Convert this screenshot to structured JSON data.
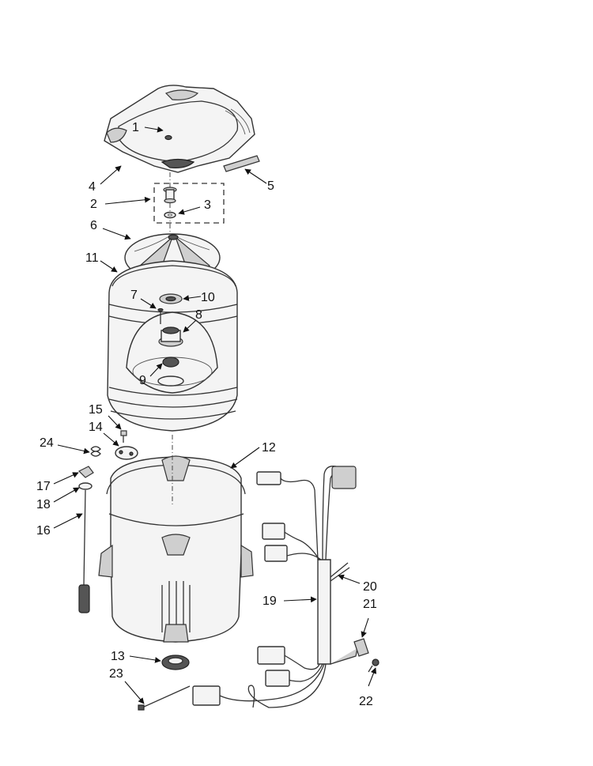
{
  "callouts": {
    "c1": "1",
    "c2": "2",
    "c3": "3",
    "c4": "4",
    "c5": "5",
    "c6": "6",
    "c7": "7",
    "c8": "8",
    "c9": "9",
    "c10": "10",
    "c11": "11",
    "c12": "12",
    "c13": "13",
    "c14": "14",
    "c15": "15",
    "c16": "16",
    "c17": "17",
    "c18": "18",
    "c19": "19",
    "c20": "20",
    "c21": "21",
    "c22": "22",
    "c23": "23",
    "c24": "24"
  },
  "colors": {
    "line": "#333333",
    "fill": "#f4f4f4",
    "dark": "#555555",
    "background": "#ffffff"
  }
}
